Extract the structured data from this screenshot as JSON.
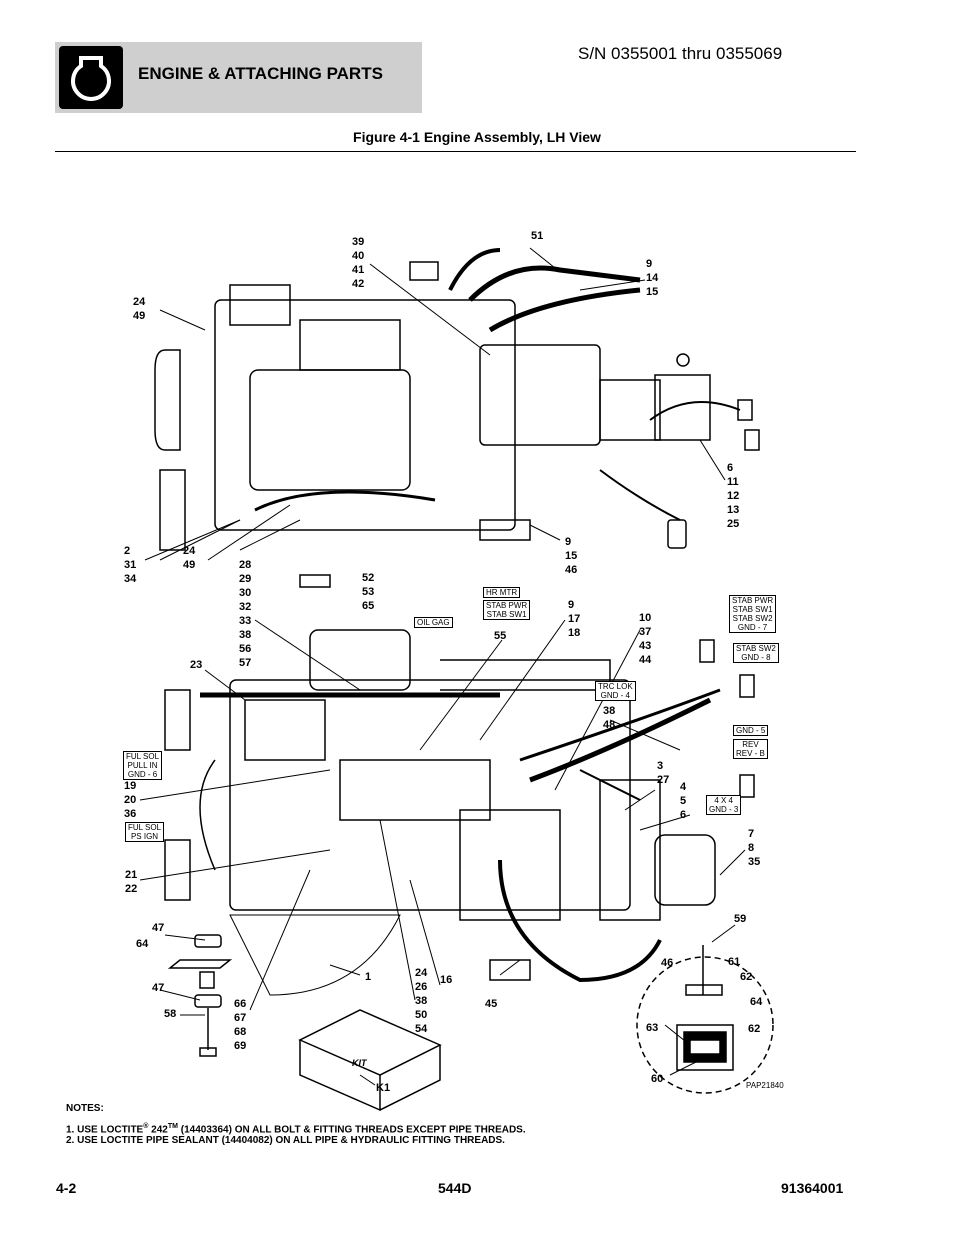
{
  "header": {
    "title": "ENGINE & ATTACHING PARTS",
    "serial": "S/N 0355001 thru 0355069",
    "icon": "engine-outline-icon"
  },
  "figure": {
    "title": "Figure 4-1 Engine Assembly, LH View",
    "code": "PAP21840"
  },
  "callouts": {
    "c51": "51",
    "c39": "39\n40\n41\n42",
    "c9a": "9\n14\n15",
    "c24a": "24\n49",
    "c6": "6\n11\n12\n13\n25",
    "c2": "2\n31\n34",
    "c24b": "24\n49",
    "c28": "28\n29\n30\n32\n33\n38\n56\n57",
    "c52": "52\n53\n65",
    "c9b": "9\n15\n46",
    "c9c": "9\n17\n18",
    "c10": "10\n37\n43\n44",
    "c55": "55",
    "c23": "23",
    "c38": "38\n48",
    "c19": "19\n20\n36",
    "c3": "3\n27",
    "c4": "4\n5\n6",
    "c7": "7\n8\n35",
    "c21": "21\n22",
    "c59": "59",
    "c47a": "47",
    "c64a": "64",
    "c46": "46",
    "c61": "61",
    "c62a": "62",
    "c1": "1",
    "c24c": "24\n26\n38\n50\n54",
    "c16": "16",
    "c45": "45",
    "c47b": "47",
    "c64b": "64",
    "c58": "58",
    "c66": "66\n67\n68\n69",
    "c62b": "62",
    "c63": "63",
    "c60": "60",
    "ck1": "K1",
    "kit": "KIT"
  },
  "wire_tags": {
    "hr_mtr": "HR MTR",
    "stab_pwr_sw1": "STAB PWR\nSTAB SW1",
    "oil_gag": "OIL GAG",
    "stab_block": "STAB PWR\nSTAB SW1\nSTAB SW2\nGND - 7",
    "stab_sw2": "STAB SW2\nGND - 8",
    "trc_lok": "TRC LOK\nGND - 4",
    "gnd5": "GND - 5",
    "rev": "REV\nREV - B",
    "fx4": "4 X 4\nGND - 3",
    "ful_sol_pull": "FUL SOL\nPULL IN\nGND - 6",
    "ful_sol_ps": "FUL SOL\nPS IGN"
  },
  "notes": {
    "heading": "NOTES:",
    "n1_a": "1.    USE LOCTITE",
    "n1_reg": "®",
    "n1_b": " 242",
    "n1_tm": "TM",
    "n1_c": " (14403364) ON ALL BOLT & FITTING THREADS EXCEPT PIPE THREADS.",
    "n2": "2.    USE LOCTITE PIPE SEALANT (14404082) ON ALL PIPE & HYDRAULIC FITTING THREADS."
  },
  "footer": {
    "page": "4-2",
    "model": "544D",
    "doc": "91364001"
  }
}
